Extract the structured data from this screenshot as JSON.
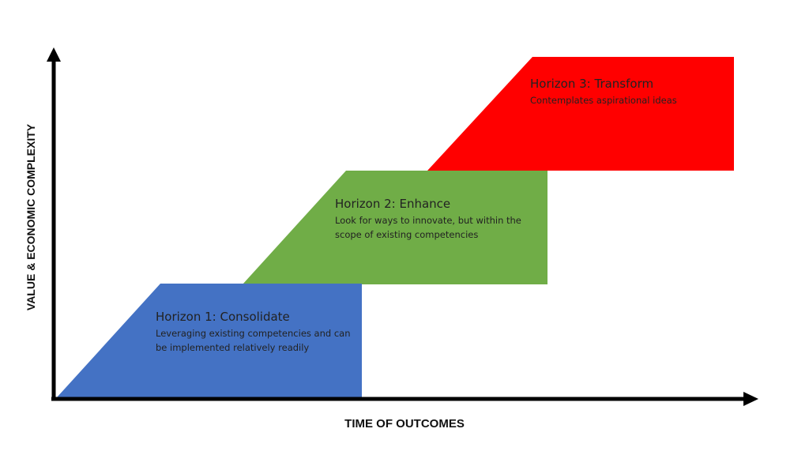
{
  "axes": {
    "y_label": "VALUE & ECONOMIC COMPLEXITY",
    "x_label": "TIME OF OUTCOMES"
  },
  "horizons": [
    {
      "title": "Horizon 1: Consolidate",
      "description": "Leveraging existing competencies and can be implemented relatively readily",
      "color": "#4472C4"
    },
    {
      "title": "Horizon 2: Enhance",
      "description": "Look for ways to innovate, but within the scope of existing competencies",
      "color": "#70AD47"
    },
    {
      "title": "Horizon 3: Transform",
      "description": "Contemplates aspirational ideas",
      "color": "#FF0000"
    }
  ],
  "axis_color": "#000000"
}
